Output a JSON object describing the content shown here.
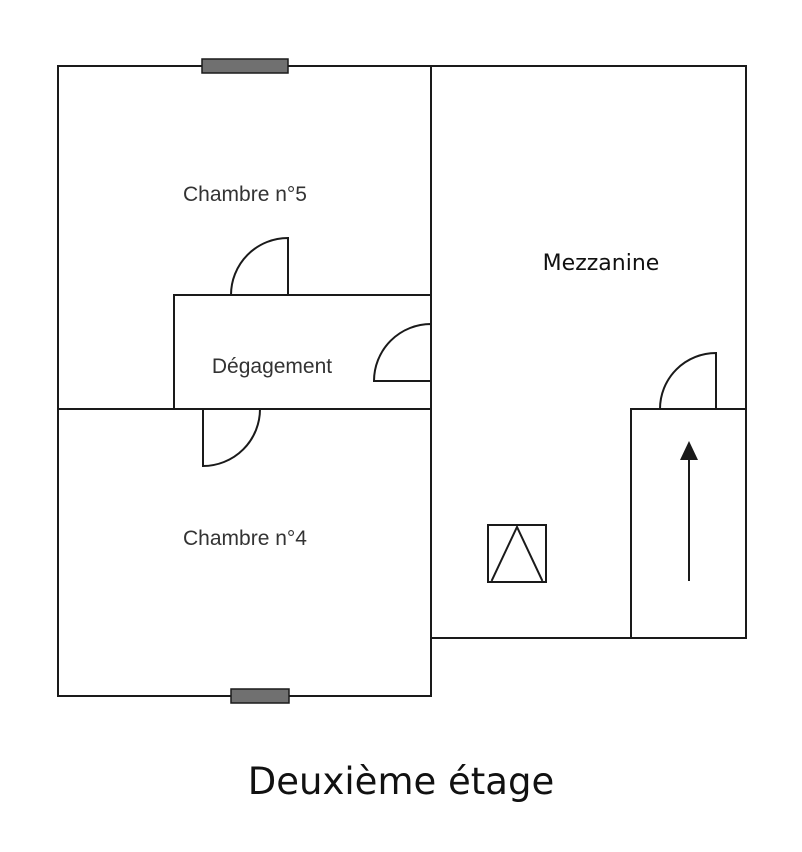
{
  "rooms": {
    "chambre5": "Chambre n°5",
    "chambre4": "Chambre n°4",
    "degagement": "Dégagement",
    "mezzanine": "Mezzanine"
  },
  "caption": "Deuxième étage",
  "colors": {
    "wall": "#1a1a1a",
    "window": "#707070"
  }
}
